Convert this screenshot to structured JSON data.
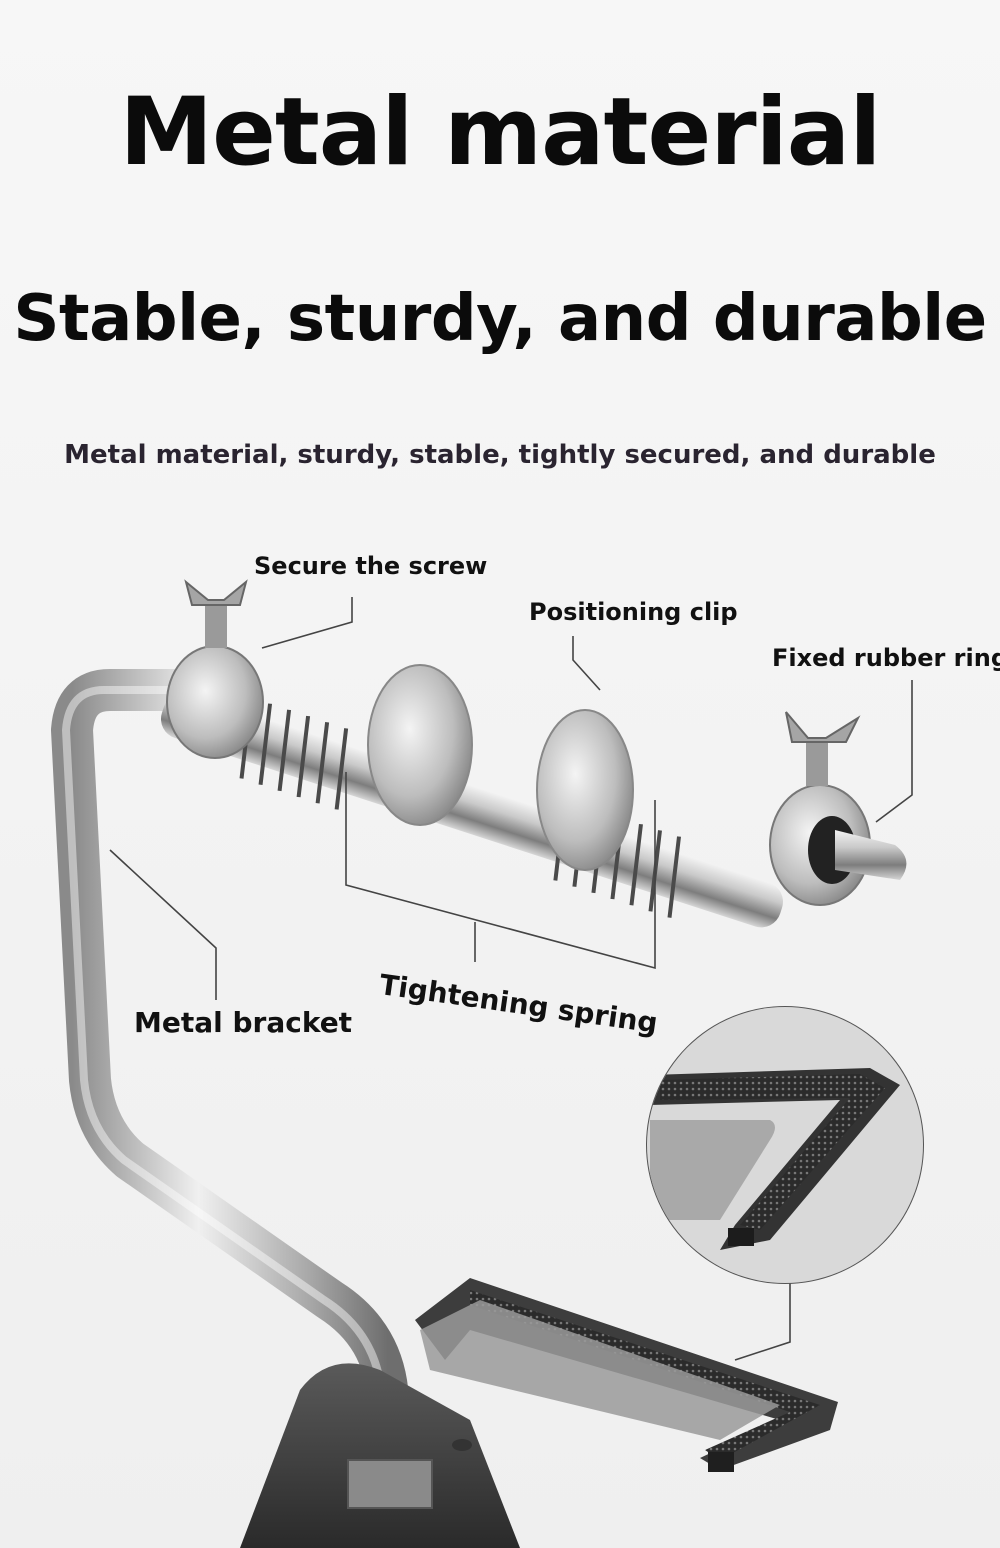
{
  "headline": "Metal material",
  "subheadline": "Stable, sturdy, and durable",
  "description": "Metal material, sturdy, stable, tightly secured, and durable",
  "callouts": {
    "secure_screw": "Secure the screw",
    "positioning_clip": "Positioning clip",
    "fixed_rubber_ring": "Fixed rubber ring",
    "tightening_spring": "Tightening spring",
    "metal_bracket": "Metal bracket"
  },
  "icons": [
    "wing-nut-icon",
    "spring-icon",
    "bracket-icon",
    "clamp-detail-icon"
  ],
  "colors": {
    "text": "#0b0b0b",
    "metal": "#b8b8b8",
    "base": "#3a3a3a"
  }
}
